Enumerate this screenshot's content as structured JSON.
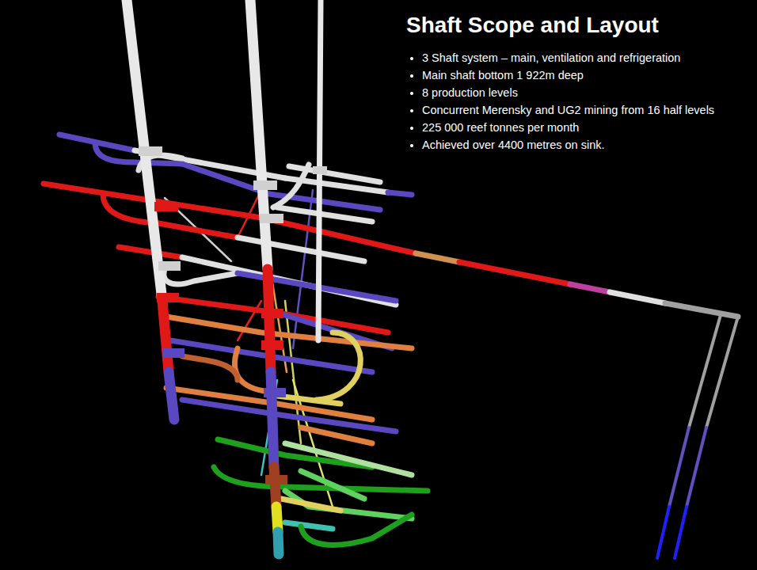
{
  "diagram": {
    "title": "Shaft Scope and Layout",
    "labels": [
      "3 Shaft system – main, ventilation and refrigeration",
      "Main shaft bottom 1 922m deep",
      "8 production levels",
      "Concurrent Merensky and UG2 mining from 16 half levels",
      "225 000 reef tonnes per month",
      "Achieved over 4400 metres on sink."
    ]
  }
}
